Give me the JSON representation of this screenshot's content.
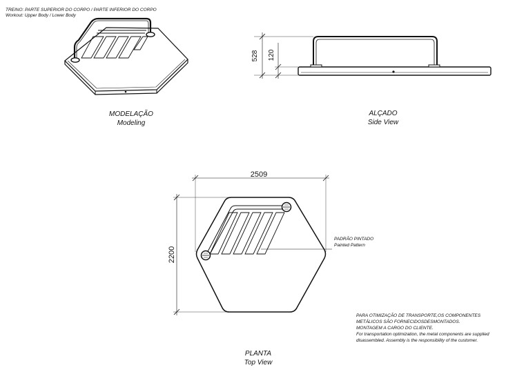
{
  "header": {
    "line1": "TREINO: PARTE SUPERIOR DO CORPO / PARTE INFERIOR DO CORPO",
    "line2": "Workout: Upper Body / Lower Body"
  },
  "views": {
    "modeling": {
      "title": "MODELAÇÃO",
      "subtitle": "Modeling"
    },
    "side": {
      "title": "ALÇADO",
      "subtitle": "Side View"
    },
    "top": {
      "title": "PLANTA",
      "subtitle": "Top View"
    }
  },
  "dimensions": {
    "side_total": "528",
    "side_bar": "120",
    "plan_width": "2509",
    "plan_height": "2200"
  },
  "callout": {
    "line1": "PADRÃO PINTADO",
    "line2": "Painted Pattern"
  },
  "notes": {
    "line1": "PARA OTIMIZAÇÃO DE TRANSPORTE,OS COMPONENTES",
    "line2": "METÁLICOS SÃO FORNECIDOSDESMONTADOS.",
    "line3": "MONTAGEM A CARGO DO CLIENTE.",
    "line4": "For transportation optimization, the metal components are supplied",
    "line5": "disassembled. Assembly is the responsibility of the customer."
  }
}
